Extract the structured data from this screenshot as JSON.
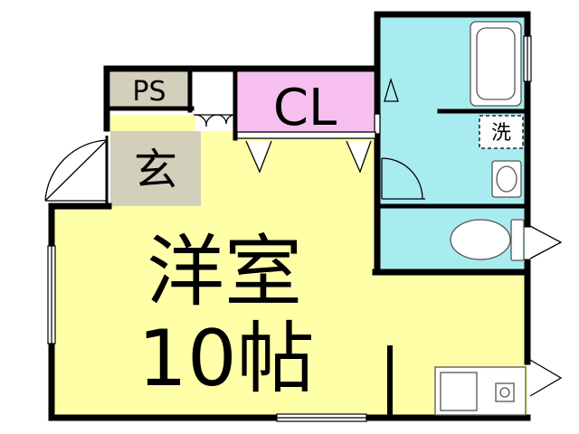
{
  "labels": {
    "ps": "PS",
    "closet": "CL",
    "entrance": "玄",
    "room_line1": "洋室",
    "room_line2": "10帖",
    "washer": "洗"
  },
  "colors": {
    "wall": "#000000",
    "room_floor": "#ffffa8",
    "entrance_floor": "#d2d0bb",
    "closet_floor": "#f7bff0",
    "wet_area_floor": "#a8ecf0",
    "ps_floor": "#d2d0bb",
    "fixture_fill": "#ffffff",
    "fixture_stroke": "#555555"
  }
}
